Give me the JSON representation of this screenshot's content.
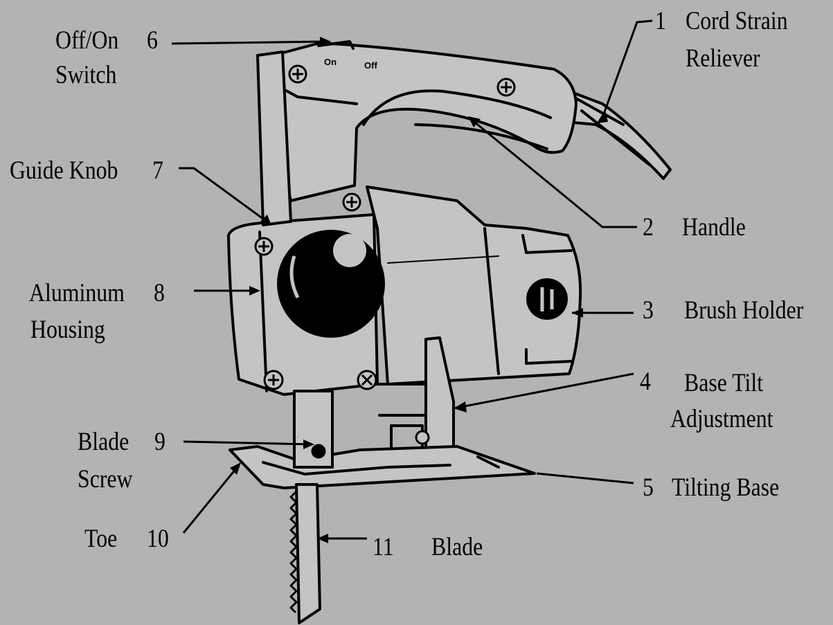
{
  "diagram": {
    "callouts": [
      {
        "id": "cord-strain-reliever",
        "number": "1",
        "name_line1": "Cord Strain",
        "name_line2": "Reliever"
      },
      {
        "id": "handle",
        "number": "2",
        "name_line1": "Handle"
      },
      {
        "id": "brush-holder",
        "number": "3",
        "name_line1": "Brush Holder"
      },
      {
        "id": "base-tilt-adjustment",
        "number": "4",
        "name_line1": "Base Tilt",
        "name_line2": "Adjustment"
      },
      {
        "id": "tilting-base",
        "number": "5",
        "name_line1": "Tilting Base"
      },
      {
        "id": "off-on-switch",
        "number": "6",
        "name_line1": "Off/On",
        "name_line2": "Switch"
      },
      {
        "id": "guide-knob",
        "number": "7",
        "name_line1": "Guide Knob"
      },
      {
        "id": "aluminum-housing",
        "number": "8",
        "name_line1": "Aluminum",
        "name_line2": "Housing"
      },
      {
        "id": "blade-screw",
        "number": "9",
        "name_line1": "Blade",
        "name_line2": "Screw"
      },
      {
        "id": "toe",
        "number": "10",
        "name_line1": "Toe"
      },
      {
        "id": "blade",
        "number": "11",
        "name_line1": "Blade"
      }
    ],
    "switch_markings": {
      "on": "On",
      "off": "Off"
    },
    "colors": {
      "background": "#b3b3b3",
      "ink": "#000000",
      "body_fill": "#c4c4c4"
    }
  }
}
